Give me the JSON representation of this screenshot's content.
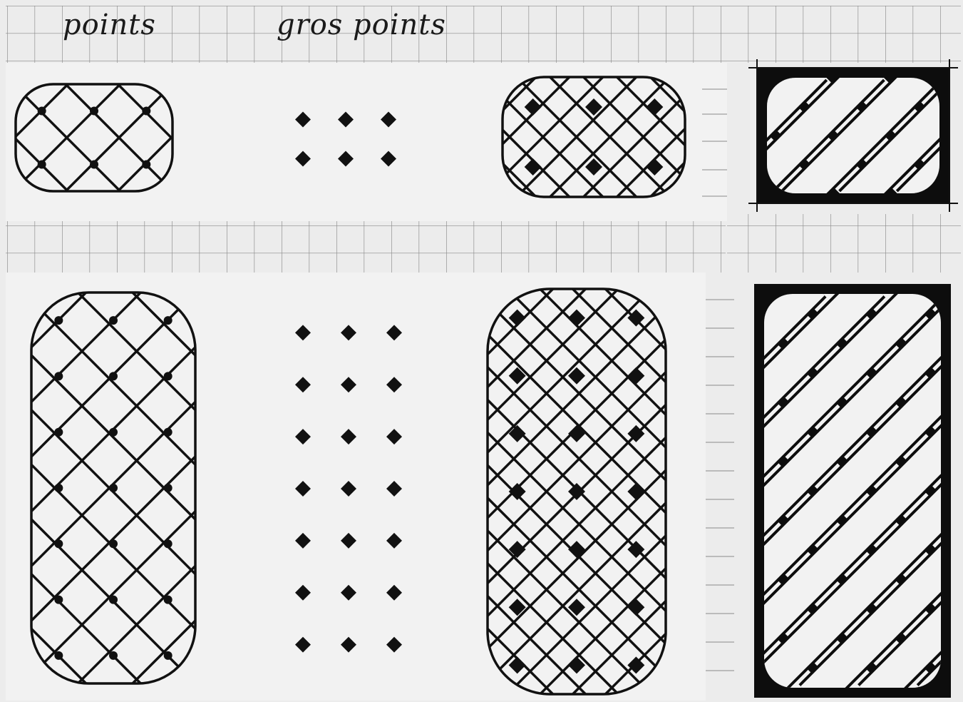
{
  "labels": {
    "small_dots": "points",
    "big_dots": "gros points"
  },
  "figures": [
    {
      "id": "knot-small-outline",
      "cols": 3,
      "rows": 2,
      "style": "outline"
    },
    {
      "id": "dots-small",
      "cols": 3,
      "rows": 2,
      "style": "dots"
    },
    {
      "id": "knot-small-double",
      "cols": 3,
      "rows": 2,
      "style": "double"
    },
    {
      "id": "knot-small-filled",
      "cols": 3,
      "rows": 2,
      "style": "ribbon"
    },
    {
      "id": "knot-tall-outline",
      "cols": 3,
      "rows": 7,
      "style": "outline"
    },
    {
      "id": "dots-tall",
      "cols": 3,
      "rows": 7,
      "style": "dots"
    },
    {
      "id": "knot-tall-double",
      "cols": 3,
      "rows": 7,
      "style": "double"
    },
    {
      "id": "knot-tall-filled",
      "cols": 3,
      "rows": 7,
      "style": "ribbon"
    }
  ],
  "colors": {
    "paper": "#ececec",
    "grid": "#8a8a8a",
    "ink": "#111111",
    "panel": "#f2f2f2"
  }
}
